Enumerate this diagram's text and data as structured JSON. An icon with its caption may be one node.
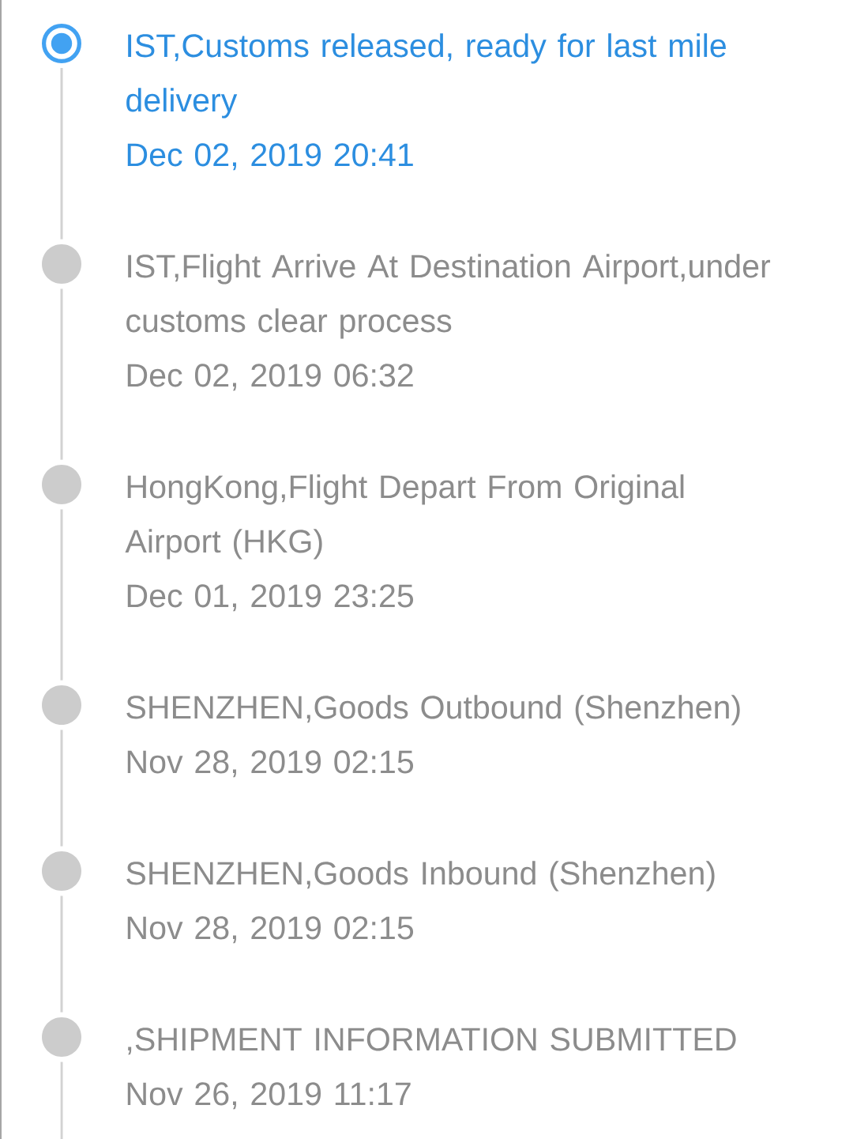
{
  "diagram": {
    "nodes": [
      {
        "text": [],
        "shape": "circle",
        "beside": [
          "IST,Customs released, ready for last mile delivery",
          "Dec 02, 2019 20:41"
        ]
      },
      {
        "text": [],
        "shape": "circle",
        "beside": [
          "IST,Flight Arrive At Destination Airport,under customs clear process",
          "Dec 02, 2019 06:32"
        ]
      },
      {
        "text": [],
        "shape": "circle",
        "beside": [
          "HongKong,Flight Depart From Original Airport (HKG)",
          "Dec 01, 2019 23:25"
        ]
      },
      {
        "text": [],
        "shape": "circle",
        "beside": [
          "SHENZHEN,Goods Outbound (Shenzhen)",
          "Nov 28, 2019 02:15"
        ]
      },
      {
        "text": [],
        "shape": "circle",
        "beside": [
          "SHENZHEN,Goods Inbound (Shenzhen)",
          "Nov 28, 2019 02:15"
        ]
      },
      {
        "text": [],
        "shape": "circle",
        "beside": [
          ",SHIPMENT INFORMATION SUBMITTED",
          "Nov 26, 2019 11:17"
        ]
      }
    ],
    "edges": [
      {
        "from": 0,
        "to": 1,
        "arrow": "none"
      },
      {
        "from": 1,
        "to": 2,
        "arrow": "none"
      },
      {
        "from": 2,
        "to": 3,
        "arrow": "none"
      },
      {
        "from": 3,
        "to": 4,
        "arrow": "none"
      },
      {
        "from": 4,
        "to": 5,
        "arrow": "none"
      },
      {
        "from": 5,
        "to": null,
        "arrow": "none"
      }
    ]
  }
}
